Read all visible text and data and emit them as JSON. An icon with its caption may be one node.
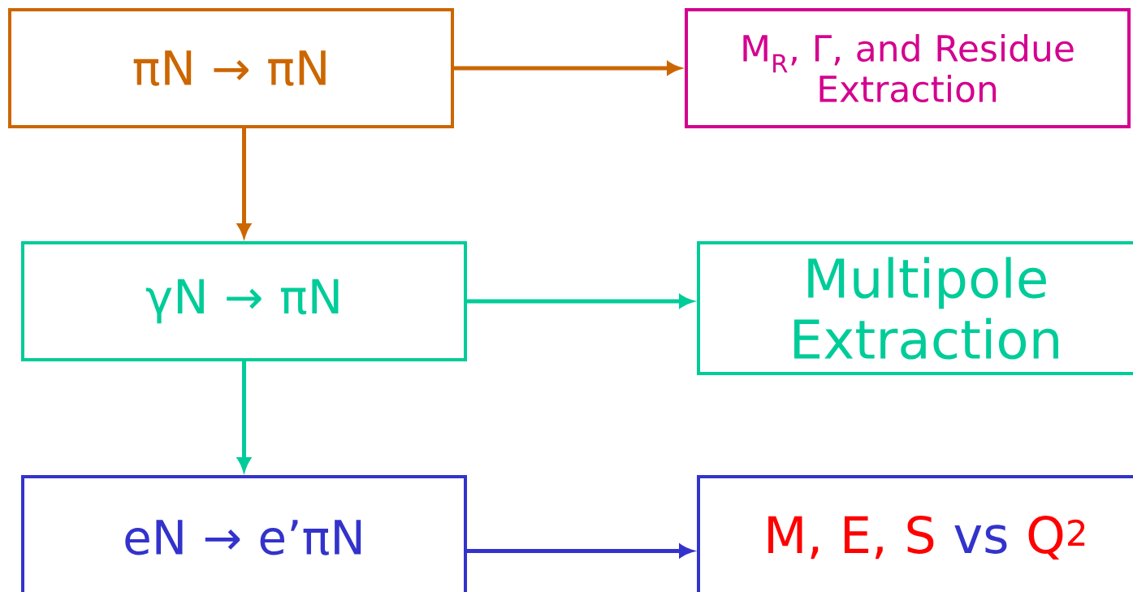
{
  "diagram": {
    "nodes": [
      {
        "text": [
          "πN → πN"
        ]
      },
      {
        "text": [
          "M$_{R}$, Γ, and Residue Extraction"
        ]
      },
      {
        "text": [
          "γN → πN"
        ]
      },
      {
        "text": [
          "Multipole Extraction"
        ]
      },
      {
        "text": [
          "eN → e’πN"
        ]
      },
      {
        "text": [
          "M, E, S",
          "vs",
          "Q$^{2}$"
        ]
      }
    ],
    "edges": [
      {
        "from": 0,
        "to": 1,
        "arrow": "to",
        "color": "#cc6600"
      },
      {
        "from": 0,
        "to": 2,
        "arrow": "to",
        "color": "#cc6600"
      },
      {
        "from": 2,
        "to": 3,
        "arrow": "to",
        "color": "#00cc99"
      },
      {
        "from": 2,
        "to": 4,
        "arrow": "to",
        "color": "#00cc99"
      },
      {
        "from": 4,
        "to": 5,
        "arrow": "to",
        "color": "#3333cc"
      }
    ]
  }
}
